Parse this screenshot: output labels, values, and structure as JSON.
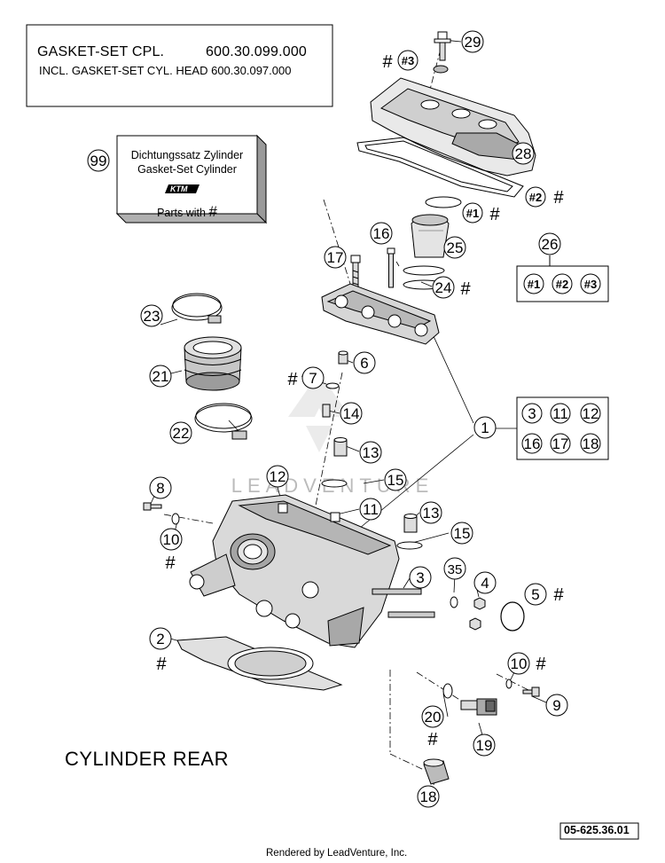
{
  "header_box": {
    "line1_left": "GASKET-SET CPL.",
    "line1_right": "600.30.099.000",
    "line2": "INCL. GASKET-SET CYL. HEAD 600.30.097.000"
  },
  "kit_box": {
    "callout": "99",
    "line1": "Dichtungssatz Zylinder",
    "line2": "Gasket-Set Cylinder",
    "logo": "KTM",
    "line3": "Parts with",
    "hash": "#"
  },
  "callouts": {
    "c1": "1",
    "c2": "2",
    "c3": "3",
    "c4": "4",
    "c5": "5",
    "c6": "6",
    "c7": "7",
    "c8": "8",
    "c9": "9",
    "c10a": "10",
    "c10b": "10",
    "c11a": "11",
    "c12a": "12",
    "c13a": "13",
    "c13b": "13",
    "c14": "14",
    "c15a": "15",
    "c15b": "15",
    "c16": "16",
    "c17": "17",
    "c18": "18",
    "c19": "19",
    "c20": "20",
    "c21": "21",
    "c22": "22",
    "c23": "23",
    "c24": "24",
    "c25": "25",
    "c26": "26",
    "c28": "28",
    "c29": "29",
    "c35": "35"
  },
  "group1_box": [
    "3",
    "11",
    "12",
    "16",
    "17",
    "18"
  ],
  "group26_box": [
    "#1",
    "#2",
    "#3"
  ],
  "gasket_markers": {
    "m1": "#1",
    "m2": "#2",
    "m3": "#3"
  },
  "hash": "#",
  "caption": "CYLINDER REAR",
  "part_number": "05-625.36.01",
  "footer": "Rendered by LeadVenture, Inc.",
  "watermark": "LEADVENTURE"
}
